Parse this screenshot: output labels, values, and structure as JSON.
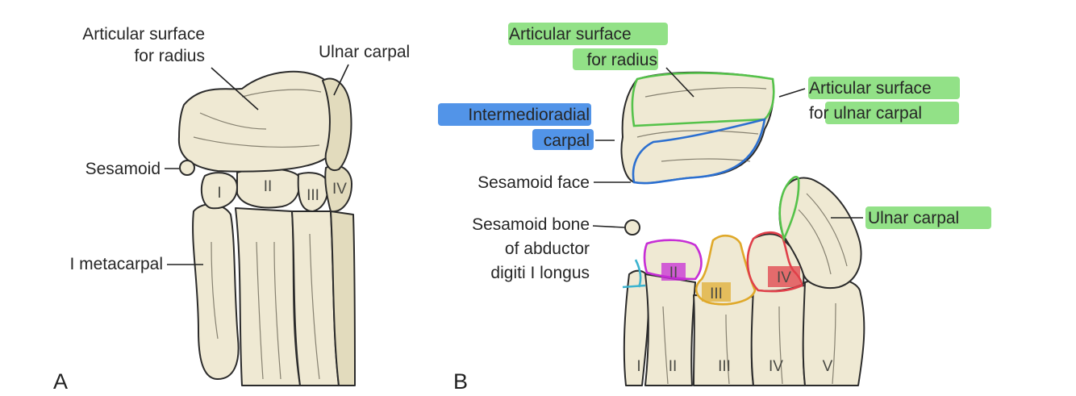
{
  "panels": [
    {
      "letter": "A",
      "labels": {
        "articular_radius_line1": "Articular surface",
        "articular_radius_line2": "for radius",
        "ulnar_carpal": "Ulnar carpal",
        "sesamoid": "Sesamoid",
        "metacarpal_i": "I metacarpal"
      },
      "bone_numerals": [
        "I",
        "II",
        "III",
        "IV"
      ]
    },
    {
      "letter": "B",
      "labels": {
        "articular_radius_line1": "Articular surface",
        "articular_radius_line2": "for radius",
        "articular_ulnar_line1": "Articular surface",
        "articular_ulnar_line2_prefix": "fo",
        "articular_ulnar_line2_highlight": "r ulnar carpal",
        "intermedioradial_line1": "Intermedioradial",
        "intermedioradial_line2": "carpal",
        "sesamoid_face": "Sesamoid face",
        "sesamoid_bone_line1": "Sesamoid bone",
        "sesamoid_bone_line2": "of abductor",
        "sesamoid_bone_line3": "digiti I longus",
        "ulnar_carpal": "Ulnar carpal"
      },
      "carpal_numerals": [
        "II",
        "III",
        "IV"
      ],
      "metacarpal_numerals": [
        "I",
        "II",
        "III",
        "IV",
        "V"
      ]
    }
  ],
  "colors": {
    "highlight_green": "#86de7a",
    "highlight_blue": "#3f88e6",
    "outline_magenta": "#c72ed6",
    "outline_yellow": "#e0a92a",
    "outline_red": "#e0404a",
    "outline_cyan": "#3bb3cf",
    "bone_fill": "#efe9d3"
  }
}
